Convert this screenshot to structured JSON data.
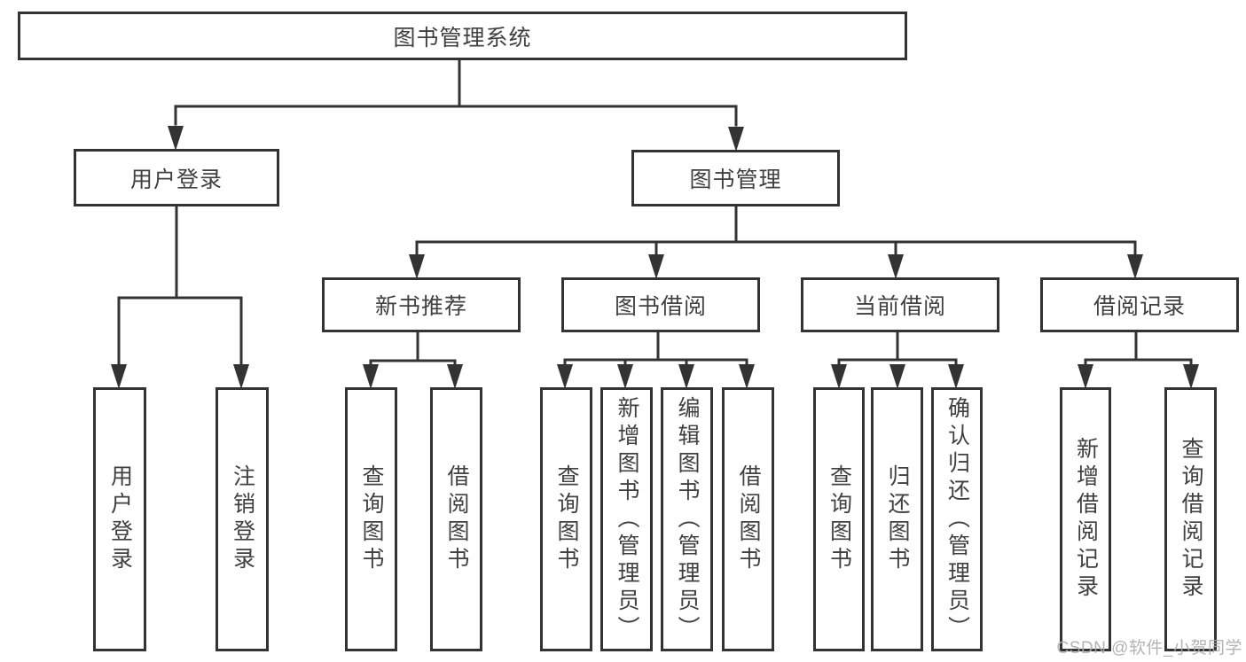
{
  "diagram": {
    "root": "图书管理系统",
    "level1": {
      "user_login": "用户登录",
      "book_management": "图书管理"
    },
    "level2": {
      "new_book_recommend": "新书推荐",
      "book_borrow": "图书借阅",
      "current_borrow": "当前借阅",
      "borrow_records": "借阅记录"
    },
    "leaves": {
      "user_login": [
        "用户登录",
        "注销登录"
      ],
      "new_book_recommend": [
        "查询图书",
        "借阅图书"
      ],
      "book_borrow": [
        "查询图书",
        "新增图书（管理员）",
        "编辑图书（管理员）",
        "借阅图书"
      ],
      "current_borrow": [
        "查询图书",
        "归还图书",
        "确认归还（管理员）"
      ],
      "borrow_records": [
        "新增借阅记录",
        "查询借阅记录"
      ]
    }
  },
  "watermark": "CSDN @软件_小贺同学",
  "colors": {
    "line": "#333333",
    "text": "#404040",
    "watermark": "#ababab",
    "background": "#ffffff"
  }
}
